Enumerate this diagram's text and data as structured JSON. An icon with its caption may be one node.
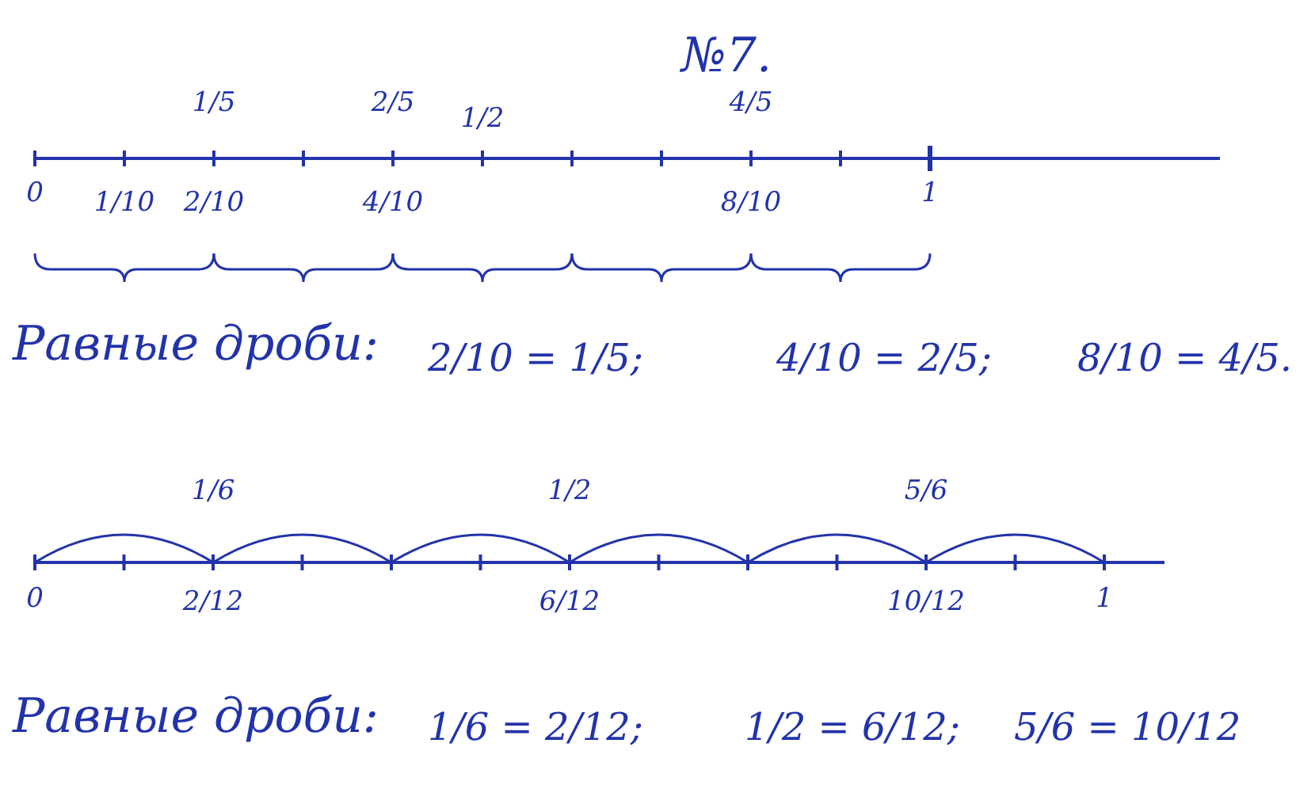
{
  "diagram": {
    "title": "№7.",
    "labels": [
      "1/5",
      "2/5",
      "1/2",
      "4/5",
      "0",
      "1/10",
      "2/10",
      "4/10",
      "8/10",
      "1",
      "Равные дроби:",
      "2/10 = 1/5;",
      "4/10 = 2/5;",
      "8/10 = 4/5.",
      "1/6",
      "1/2",
      "5/6",
      "0",
      "2/12",
      "6/12",
      "10/12",
      "1",
      "Равные дроби:",
      "1/6 = 2/12;",
      "1/2 = 6/12;",
      "5/6 = 10/12"
    ]
  }
}
